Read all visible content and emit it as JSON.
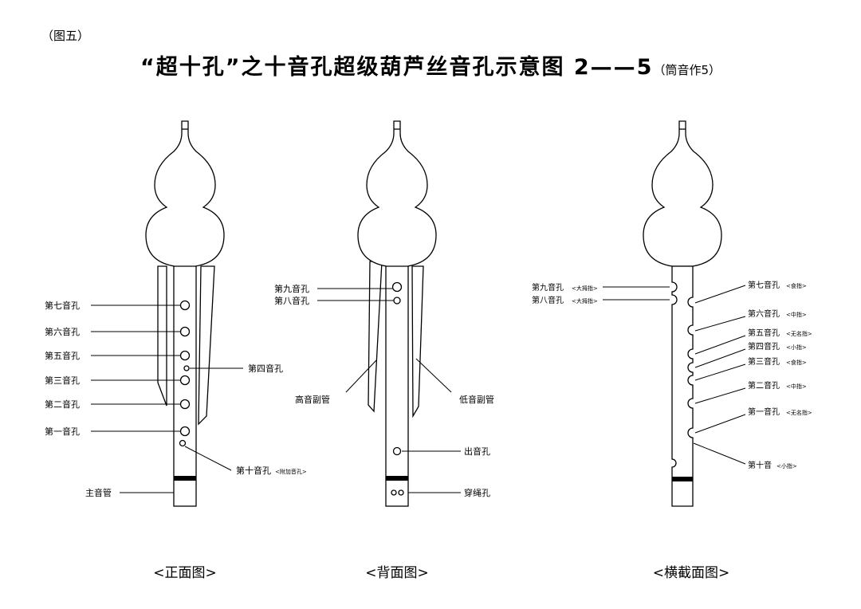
{
  "figure_label": "（图五）",
  "title": {
    "main": "“超十孔”之十音孔超级葫芦丝音孔示意图 2——5",
    "note": "（筒音作5）"
  },
  "views": {
    "front": {
      "caption": "<正面图>",
      "labels": {
        "hole7": "第七音孔",
        "hole6": "第六音孔",
        "hole5": "第五音孔",
        "hole4": "第四音孔",
        "hole3": "第三音孔",
        "hole2": "第二音孔",
        "hole1": "第一音孔",
        "hole10": "第十音孔",
        "hole10_note": "<附加音孔>",
        "main_pipe": "主音管"
      }
    },
    "back": {
      "caption": "<背面图>",
      "labels": {
        "hole9": "第九音孔",
        "hole8": "第八音孔",
        "high_pipe": "高音副管",
        "low_pipe": "低音副管",
        "outlet": "出音孔",
        "rope": "穿绳孔"
      }
    },
    "side": {
      "caption": "<横截面图>",
      "labels": {
        "hole9": "第九音孔",
        "hole9_note": "<大拇指>",
        "hole8": "第八音孔",
        "hole8_note": "<大拇指>",
        "hole7": "第七音孔",
        "hole7_note": "<食指>",
        "hole6": "第六音孔",
        "hole6_note": "<中指>",
        "hole5": "第五音孔",
        "hole5_note": "<无名指>",
        "hole4": "第四音孔",
        "hole4_note": "<小指>",
        "hole3": "第三音孔",
        "hole3_note": "<食指>",
        "hole2": "第二音孔",
        "hole2_note": "<中指>",
        "hole1": "第一音孔",
        "hole1_note": "<无名指>",
        "hole10": "第十音",
        "hole10_note": "<小指>"
      }
    }
  }
}
